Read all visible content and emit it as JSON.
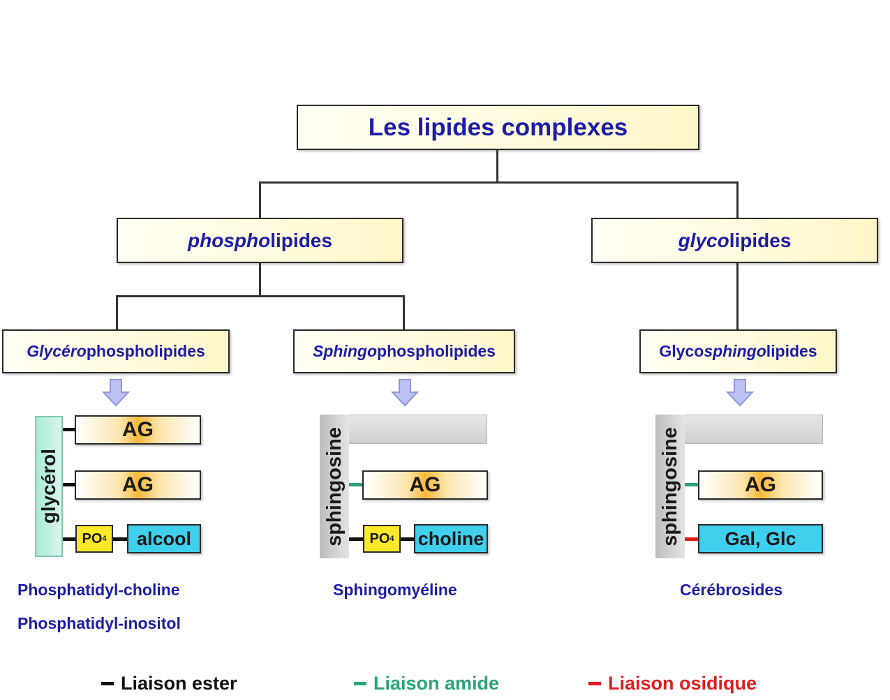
{
  "title": "Les lipides complexes",
  "level1": {
    "phospho": {
      "prefix": "phospho",
      "suffix": "lipides"
    },
    "glyco": {
      "prefix": "glyco",
      "suffix": "lipides"
    }
  },
  "level2": {
    "glycero": {
      "prefix": "Glycéro",
      "suffix": "phospholipides"
    },
    "sphingo": {
      "prefix": "Sphingo",
      "suffix": "phospholipides"
    },
    "glycosphingo": {
      "prefix": "Glyco",
      "mid": "sphingo",
      "suffix": "lipides"
    }
  },
  "structures": {
    "glycero": {
      "backbone": "glycérol",
      "chain1": "AG",
      "chain2": "AG",
      "phosphate": "PO",
      "phosphate_sub": "4",
      "head": "alcool"
    },
    "sphingo": {
      "backbone": "sphingosine",
      "chain": "AG",
      "phosphate": "PO",
      "phosphate_sub": "4",
      "head": "choline"
    },
    "glycosphingo": {
      "backbone": "sphingosine",
      "chain": "AG",
      "sugar": "Gal, Glc"
    }
  },
  "examples": {
    "glycero": [
      "Phosphatidyl-choline",
      "Phosphatidyl-inositol"
    ],
    "sphingo": [
      "Sphingomyéline"
    ],
    "glycosphingo": [
      "Cérébrosides"
    ]
  },
  "legend": [
    {
      "label": "Liaison ester",
      "color": "#111111"
    },
    {
      "label": "Liaison amide",
      "color": "#2aa37a"
    },
    {
      "label": "Liaison osidique",
      "color": "#e01e1e"
    }
  ],
  "colors": {
    "title_text": "#1c1ca8",
    "ester": "#111111",
    "amide": "#2aa37a",
    "osidique": "#e01e1e",
    "arrow": "#b9bff0"
  }
}
